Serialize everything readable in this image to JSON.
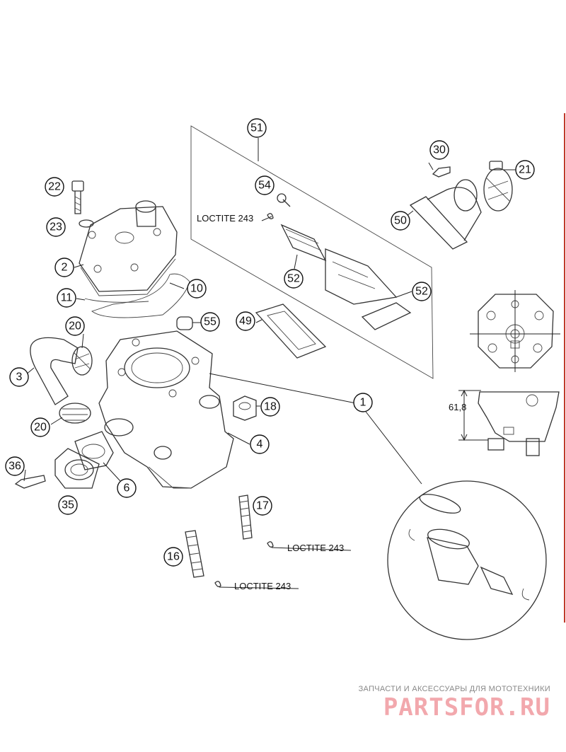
{
  "callouts": [
    {
      "n": "1"
    },
    {
      "n": "2"
    },
    {
      "n": "3"
    },
    {
      "n": "4"
    },
    {
      "n": "6"
    },
    {
      "n": "10"
    },
    {
      "n": "11"
    },
    {
      "n": "16"
    },
    {
      "n": "17"
    },
    {
      "n": "18"
    },
    {
      "n": "20"
    },
    {
      "n": "20"
    },
    {
      "n": "21"
    },
    {
      "n": "22"
    },
    {
      "n": "23"
    },
    {
      "n": "30"
    },
    {
      "n": "35"
    },
    {
      "n": "36"
    },
    {
      "n": "49"
    },
    {
      "n": "50"
    },
    {
      "n": "51"
    },
    {
      "n": "52"
    },
    {
      "n": "52"
    },
    {
      "n": "54"
    },
    {
      "n": "55"
    }
  ],
  "notes": {
    "loctite_1": "LOCTITE 243",
    "loctite_2": "LOCTITE 243",
    "loctite_3": "LOCTITE 243"
  },
  "dimension": {
    "value": "61,8"
  },
  "watermark": {
    "subtitle": "ЗАПЧАСТИ И АКСЕССУАРЫ ДЛЯ МОТОТЕХНИКИ",
    "brand": "PARTSFOR.RU"
  },
  "colors": {
    "line": "#333333",
    "watermark": "#f2a8ad",
    "edge": "#c0392b"
  }
}
